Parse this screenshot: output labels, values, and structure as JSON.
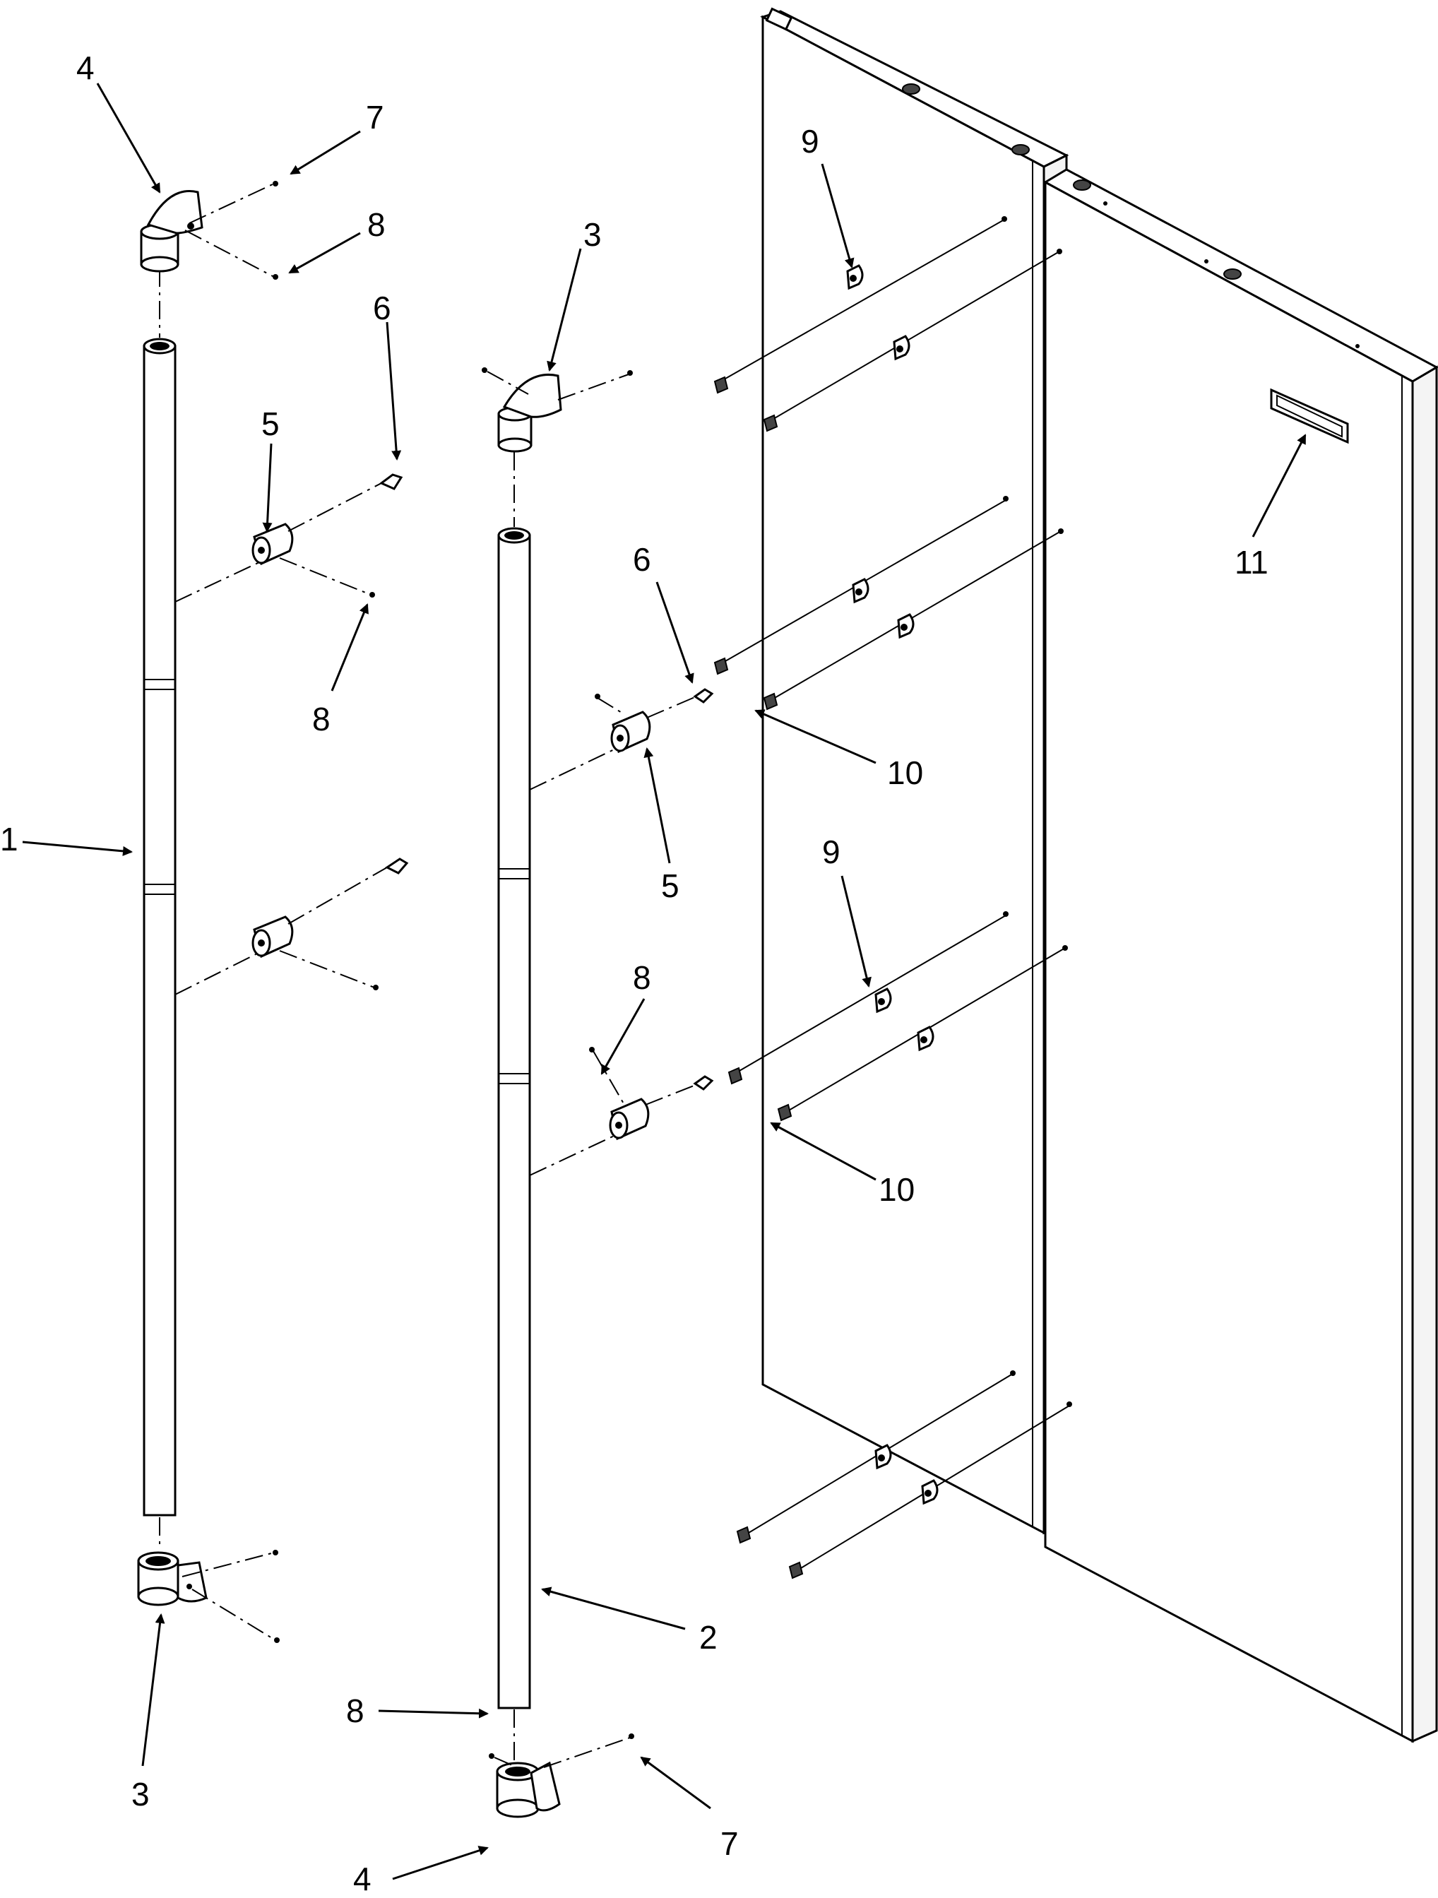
{
  "diagram": {
    "callouts": [
      {
        "id": "c4a",
        "text": "4"
      },
      {
        "id": "c7a",
        "text": "7"
      },
      {
        "id": "c8a",
        "text": "8"
      },
      {
        "id": "c6a",
        "text": "6"
      },
      {
        "id": "c5a",
        "text": "5"
      },
      {
        "id": "c8b",
        "text": "8"
      },
      {
        "id": "c1",
        "text": "1"
      },
      {
        "id": "c3a",
        "text": "3"
      },
      {
        "id": "c3b",
        "text": "3"
      },
      {
        "id": "c9a",
        "text": "9"
      },
      {
        "id": "c6b",
        "text": "6"
      },
      {
        "id": "c5b",
        "text": "5"
      },
      {
        "id": "c10a",
        "text": "10"
      },
      {
        "id": "c9b",
        "text": "9"
      },
      {
        "id": "c8c",
        "text": "8"
      },
      {
        "id": "c10b",
        "text": "10"
      },
      {
        "id": "c11",
        "text": "11"
      },
      {
        "id": "c2",
        "text": "2"
      },
      {
        "id": "c8d",
        "text": "8"
      },
      {
        "id": "c7b",
        "text": "7"
      },
      {
        "id": "c4b",
        "text": "4"
      }
    ]
  }
}
